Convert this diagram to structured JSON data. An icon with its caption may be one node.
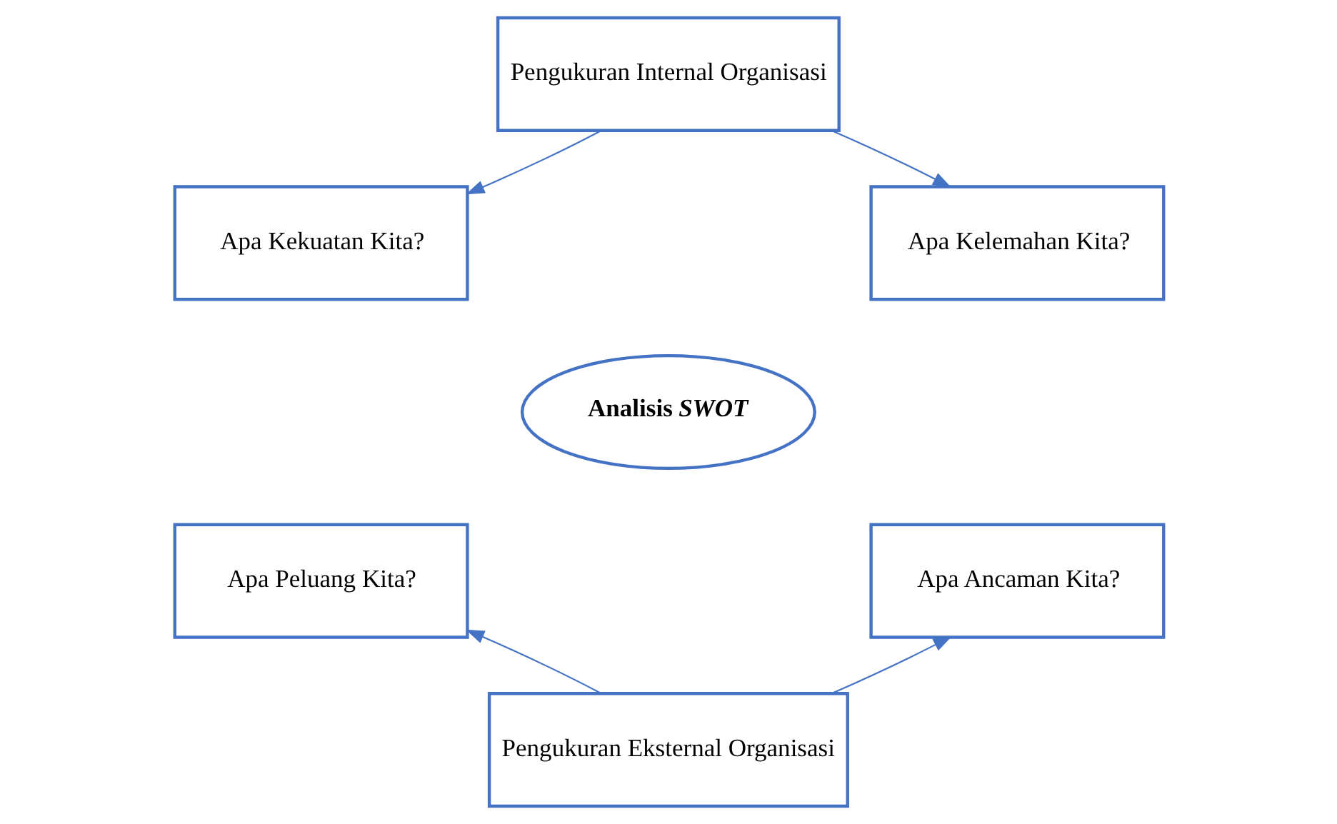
{
  "diagram": {
    "nodes": [
      {
        "text": [
          "Pengukuran Internal Organisasi"
        ]
      },
      {
        "text": [
          "Apa Kekuatan Kita?"
        ]
      },
      {
        "text": [
          "Apa Kelemahan Kita?"
        ]
      },
      {
        "text": [
          "Analisis *SWOT*"
        ]
      },
      {
        "text": [
          "Apa Peluang Kita?"
        ]
      },
      {
        "text": [
          "Apa Ancaman Kita?"
        ]
      },
      {
        "text": [
          "Pengukuran Eksternal Organisasi"
        ]
      }
    ],
    "edges": [
      {
        "from": 0,
        "to": 1,
        "arrow": "to"
      },
      {
        "from": 0,
        "to": 2,
        "arrow": "to"
      },
      {
        "from": 6,
        "to": 4,
        "arrow": "to"
      },
      {
        "from": 6,
        "to": 5,
        "arrow": "to"
      }
    ]
  }
}
